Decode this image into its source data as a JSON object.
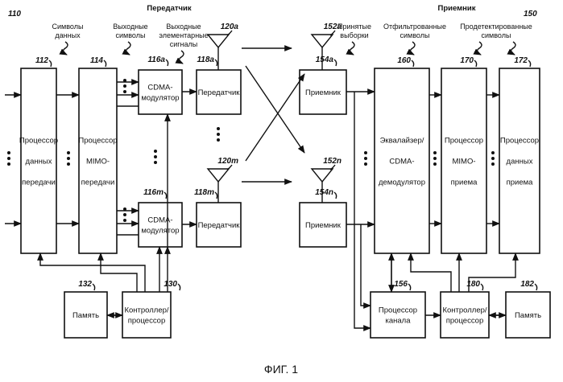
{
  "figure_label": "ФИГ. 1",
  "system_ref": "110",
  "system_ref_rx": "150",
  "sections": {
    "tx": "Передатчик",
    "rx": "Приемник"
  },
  "signals": {
    "data_symbols": [
      "Символы",
      "данных"
    ],
    "output_symbols": [
      "Выходные",
      "символы"
    ],
    "output_chips": [
      "Выходные",
      "элементарные",
      "сигналы"
    ],
    "received_samples": [
      "Принятые",
      "выборки"
    ],
    "filtered_symbols": [
      "Отфильтрованные",
      "символы"
    ],
    "detected_symbols": [
      "Продетектированные",
      "символы"
    ]
  },
  "blocks": {
    "tx_data_proc": {
      "ref": "112",
      "lines": [
        "Процессор",
        "данных",
        "передачи"
      ]
    },
    "tx_mimo_proc": {
      "ref": "114",
      "lines": [
        "Процессор",
        "MIMO-",
        "передачи"
      ]
    },
    "cdma_mod_a": {
      "ref": "116a",
      "lines": [
        "CDMA-",
        "модулятор"
      ]
    },
    "cdma_mod_m": {
      "ref": "116m",
      "lines": [
        "CDMA-",
        "модулятор"
      ]
    },
    "tmtr_a": {
      "ref": "118a",
      "lines": [
        "Передатчик"
      ]
    },
    "tmtr_m": {
      "ref": "118m",
      "lines": [
        "Передатчик"
      ]
    },
    "memory_tx": {
      "ref": "132",
      "lines": [
        "Память"
      ]
    },
    "controller_tx": {
      "ref": "130",
      "lines": [
        "Контроллер/",
        "процессор"
      ]
    },
    "rcvr_a": {
      "ref": "154a",
      "lines": [
        "Приемник"
      ]
    },
    "rcvr_n": {
      "ref": "154n",
      "lines": [
        "Приемник"
      ]
    },
    "equalizer": {
      "ref": "160",
      "lines": [
        "Эквалайзер/",
        "CDMA-",
        "демодулятор"
      ]
    },
    "rx_mimo_proc": {
      "ref": "170",
      "lines": [
        "Процессор",
        "MIMO-",
        "приема"
      ]
    },
    "rx_data_proc": {
      "ref": "172",
      "lines": [
        "Процессор",
        "данных",
        "приема"
      ]
    },
    "channel_proc": {
      "ref": "156",
      "lines": [
        "Процессор",
        "канала"
      ]
    },
    "controller_rx": {
      "ref": "180",
      "lines": [
        "Контроллер/",
        "процессор"
      ]
    },
    "memory_rx": {
      "ref": "182",
      "lines": [
        "Память"
      ]
    }
  },
  "antennas": {
    "tx_a": "120a",
    "tx_m": "120m",
    "rx_a": "152a",
    "rx_n": "152n"
  }
}
